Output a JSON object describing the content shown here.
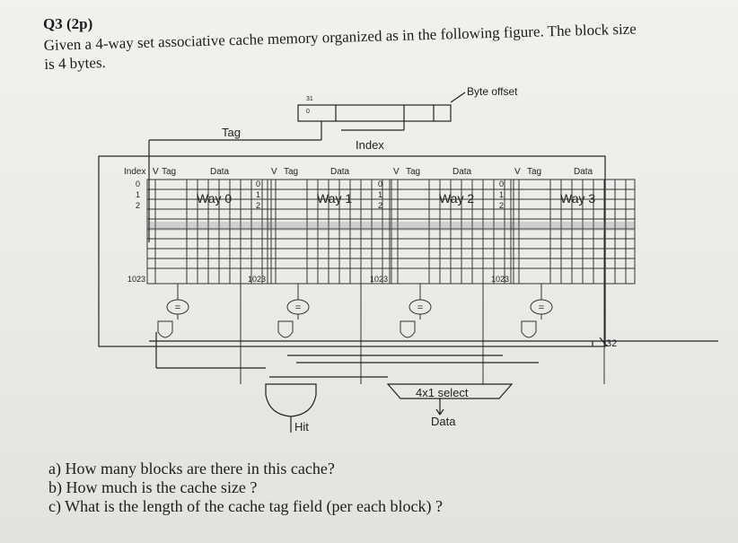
{
  "question": {
    "title": "Q3 (2p)",
    "line1": "Given a 4-way set associative cache memory organized as in the following figure. The block size",
    "line2": "is 4 bytes."
  },
  "diagram": {
    "address_bit": "31",
    "address_bit_low": "0",
    "byte_offset": "Byte offset",
    "tag": "Tag",
    "index": "Index",
    "index_col": "Index",
    "v": "V",
    "tag_col": "Tag",
    "data_col": "Data",
    "rows": [
      "0",
      "1",
      "2"
    ],
    "last_row": "1023",
    "ways": [
      "Way 0",
      "Way 1",
      "Way 2",
      "Way 3"
    ],
    "eq": "=",
    "select": "4x1 select",
    "data_out": "Data",
    "hit": "Hit",
    "width": "32"
  },
  "questions": [
    "a) How many blocks are there in this cache?",
    "b) How much is the cache size ?",
    "c) What is the length of the cache tag field (per each block) ?"
  ]
}
